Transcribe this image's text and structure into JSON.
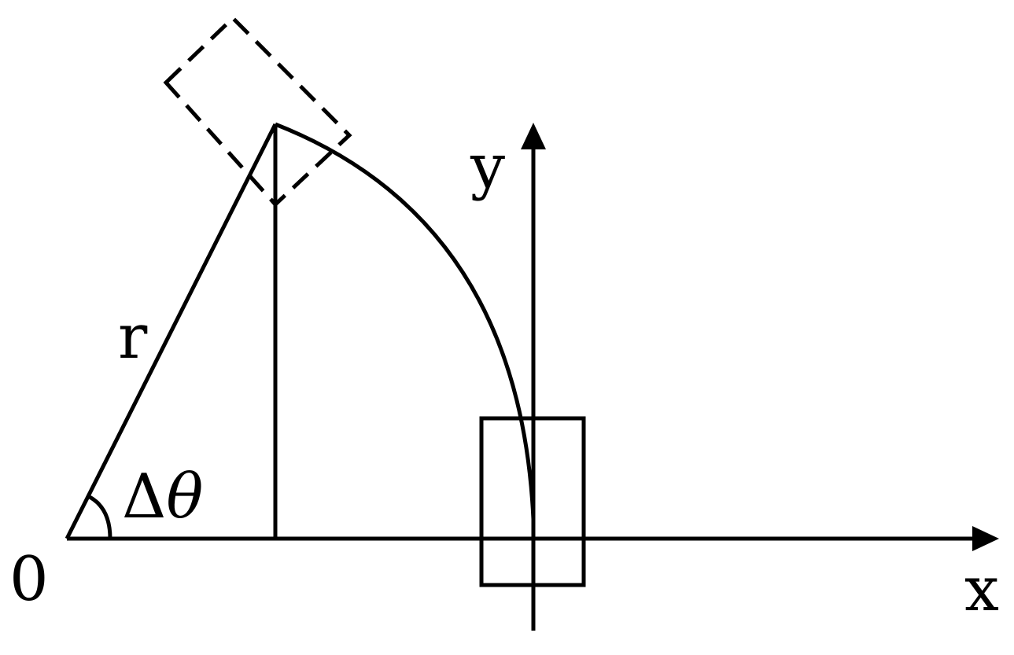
{
  "diagram": {
    "labels": {
      "origin": "0",
      "x_axis": "x",
      "y_axis": "y",
      "radius": "r",
      "angle_delta": "Δ",
      "angle_theta": "θ"
    },
    "colors": {
      "stroke": "#000000",
      "background": "#ffffff"
    },
    "styles": {
      "ghost_box": "dashed"
    }
  }
}
